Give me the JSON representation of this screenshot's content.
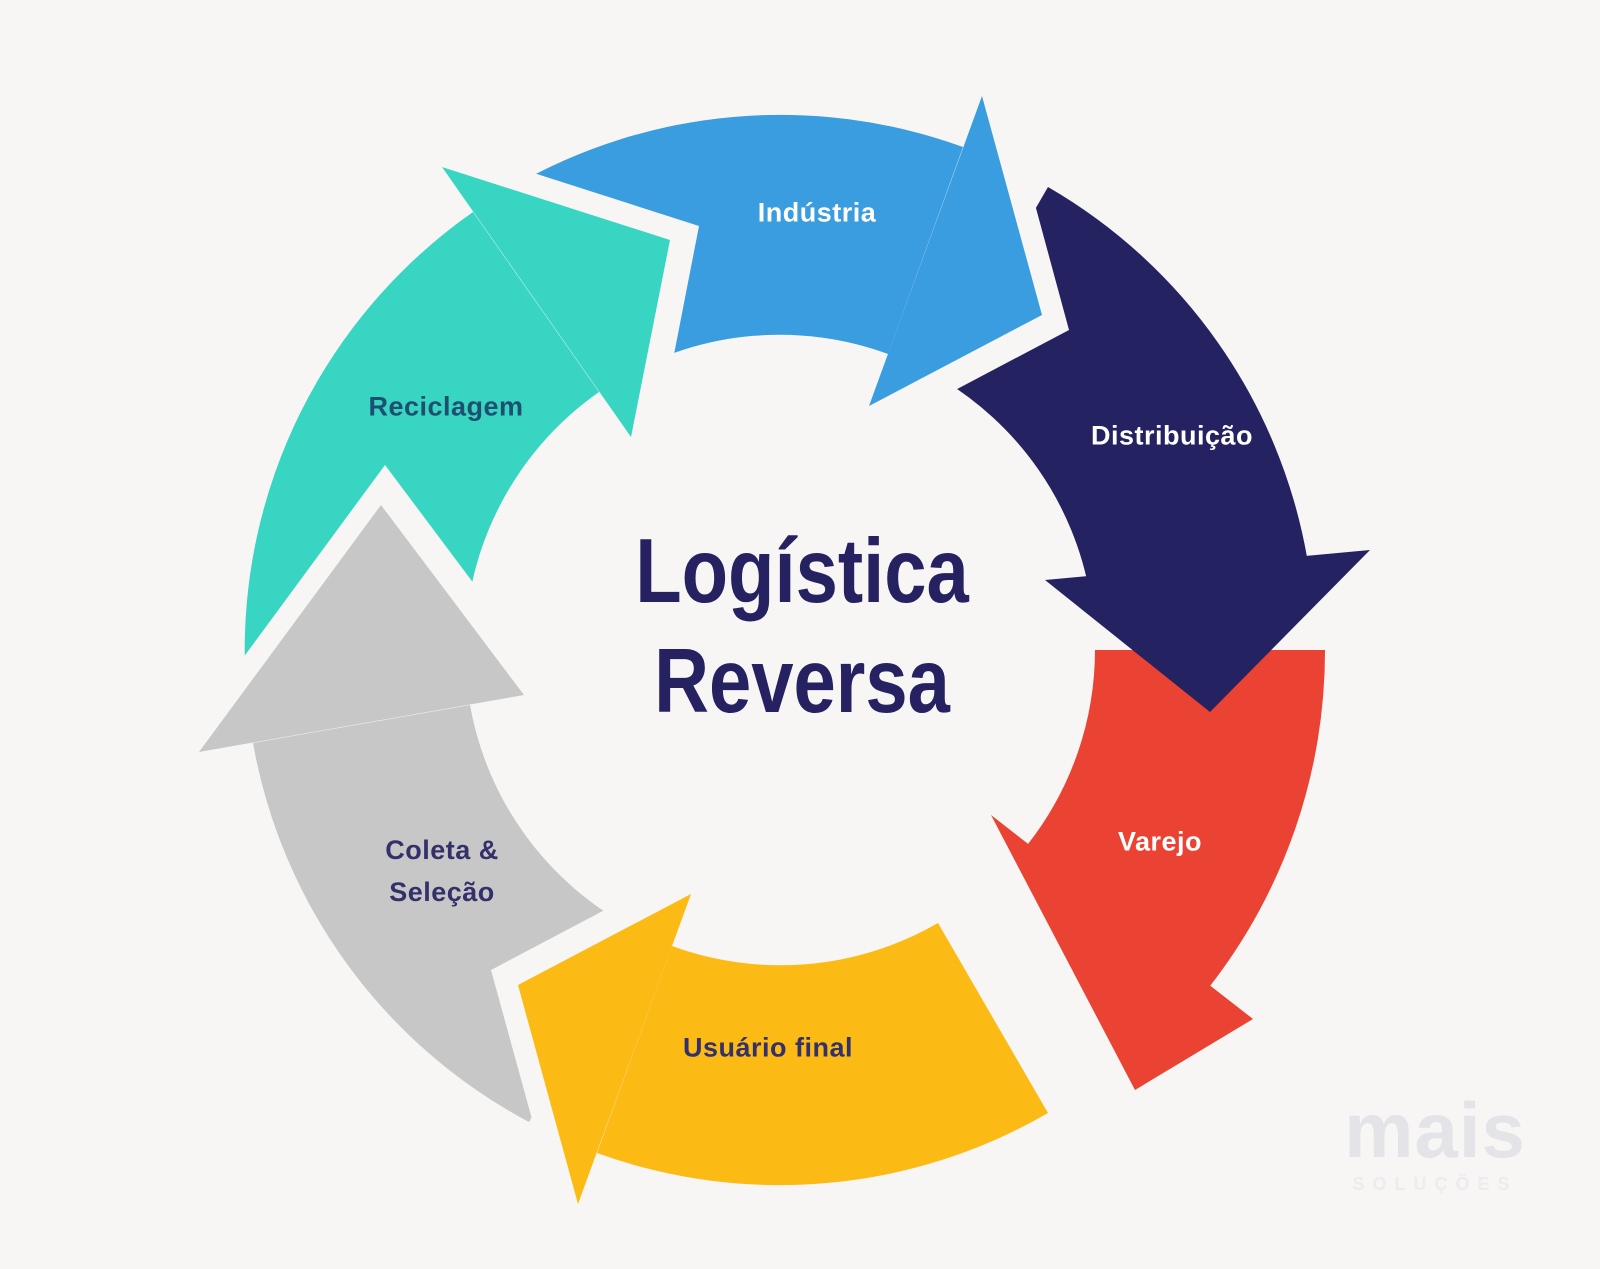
{
  "background": "#f7f6f4",
  "title": {
    "line1": "Logística",
    "line2": "Reversa",
    "color": "#262262"
  },
  "segments": [
    {
      "label": "Indústria",
      "color": "#3a9de0",
      "label_color": "#ffffff"
    },
    {
      "label": "Distribuição",
      "color": "#252261",
      "label_color": "#ffffff"
    },
    {
      "label": "Varejo",
      "color": "#ea4233",
      "label_color": "#ffffff"
    },
    {
      "label": "Usuário final",
      "color": "#fcba15",
      "label_color": "#33306a"
    },
    {
      "label": "Coleta & Seleção",
      "label_line1": "Coleta &",
      "label_line2": "Seleção",
      "color": "#c7c7c8",
      "label_color": "#33306a"
    },
    {
      "label": "Reciclagem",
      "color": "#38d5c2",
      "label_color": "#1e4f70"
    }
  ],
  "watermark": {
    "brand": "mais",
    "subtitle": "SOLUÇÕES",
    "brand_color": "#e3e3e8",
    "subtitle_color": "#ebebf0"
  }
}
